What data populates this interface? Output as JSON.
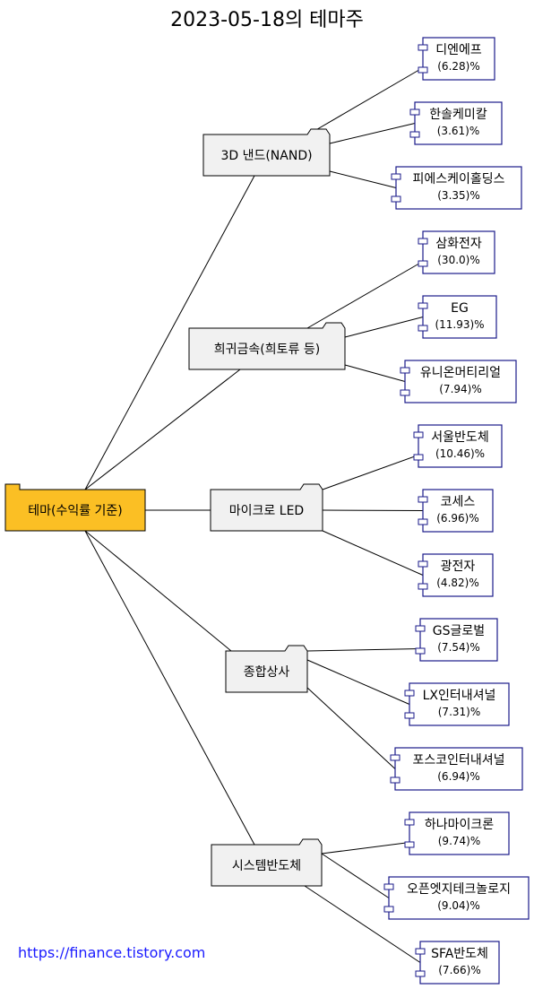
{
  "title": "2023-05-18의 테마주",
  "root": {
    "label": "테마(수익률 기준)"
  },
  "themes": [
    {
      "label": "3D 낸드(NAND)",
      "stocks": [
        {
          "name": "디엔에프",
          "ret": "(6.28)%"
        },
        {
          "name": "한솔케미칼",
          "ret": "(3.61)%"
        },
        {
          "name": "피에스케이홀딩스",
          "ret": "(3.35)%"
        }
      ]
    },
    {
      "label": "희귀금속(희토류 등)",
      "stocks": [
        {
          "name": "삼화전자",
          "ret": "(30.0)%"
        },
        {
          "name": "EG",
          "ret": "(11.93)%"
        },
        {
          "name": "유니온머티리얼",
          "ret": "(7.94)%"
        }
      ]
    },
    {
      "label": "마이크로 LED",
      "stocks": [
        {
          "name": "서울반도체",
          "ret": "(10.46)%"
        },
        {
          "name": "코세스",
          "ret": "(6.96)%"
        },
        {
          "name": "광전자",
          "ret": "(4.82)%"
        }
      ]
    },
    {
      "label": "종합상사",
      "stocks": [
        {
          "name": "GS글로벌",
          "ret": "(7.54)%"
        },
        {
          "name": "LX인터내셔널",
          "ret": "(7.31)%"
        },
        {
          "name": "포스코인터내셔널",
          "ret": "(6.94)%"
        }
      ]
    },
    {
      "label": "시스템반도체",
      "stocks": [
        {
          "name": "하나마이크론",
          "ret": "(9.74)%"
        },
        {
          "name": "오픈엣지테크놀로지",
          "ret": "(9.04)%"
        },
        {
          "name": "SFA반도체",
          "ret": "(7.66)%"
        }
      ]
    }
  ],
  "footer": "https://finance.tistory.com",
  "colors": {
    "root_fill": "#fbbf24",
    "theme_fill": "#f1f1f1",
    "component_border": "#1a1a8a",
    "link": "#1a1aff"
  }
}
